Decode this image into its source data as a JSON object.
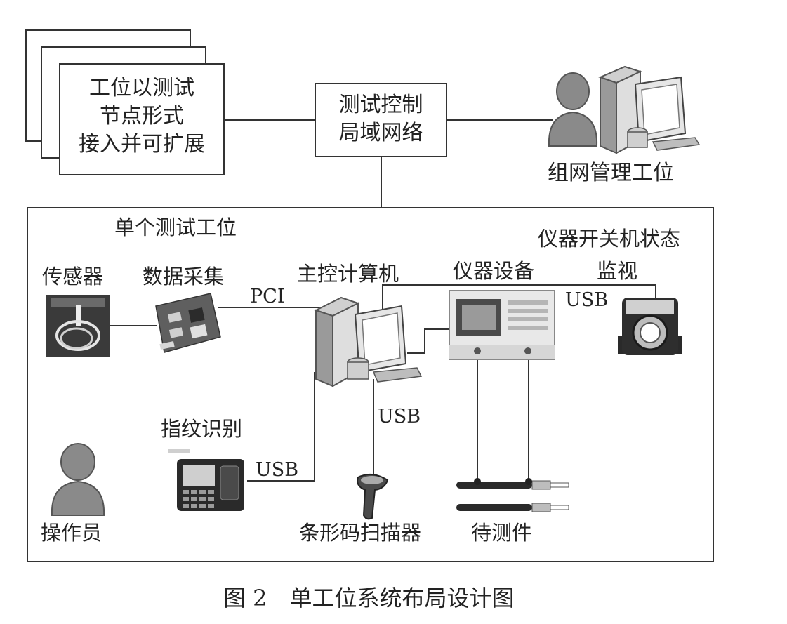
{
  "top": {
    "workstations_text": [
      "工位以测试",
      "节点形式",
      "接入并可扩展"
    ],
    "network_text": [
      "测试控制",
      "局域网络"
    ],
    "admin_label": "组网管理工位"
  },
  "station": {
    "title": "单个测试工位",
    "labels": {
      "sensor": "传感器",
      "daq": "数据采集",
      "pci": "PCI",
      "host": "主控计算机",
      "instrument": "仪器设备",
      "monitor_line1": "仪器开关机状态",
      "monitor_line2": "监视",
      "usb_monitor": "USB",
      "usb_scanner": "USB",
      "fingerprint": "指纹识别",
      "usb_fingerprint": "USB",
      "operator": "操作员",
      "scanner": "条形码扫描器",
      "dut": "待测件"
    }
  },
  "caption": "图 2　单工位系统布局设计图"
}
